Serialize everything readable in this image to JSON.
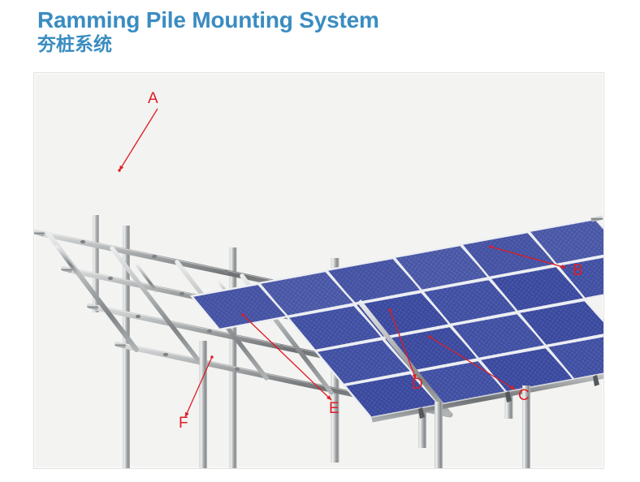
{
  "heading": {
    "title_en": "Ramming Pile Mounting System",
    "title_cn": "夯桩系统",
    "accent_color": "#3a8cc1"
  },
  "figure": {
    "alt": "3D rendering of a ground-mounted solar panel array on a ramming pile steel mounting structure",
    "background_color": "#f3f3f2",
    "border_color": "#e3e3e1",
    "panel_color": "#3c4a9c",
    "panel_color_light": "#4b5ab0",
    "frame_color": "#9a9a9a",
    "callout_color": "#e01c24"
  },
  "callouts": [
    {
      "id": "A",
      "label": "A",
      "name": "callout-label-a"
    },
    {
      "id": "B",
      "label": "B",
      "name": "callout-label-b"
    },
    {
      "id": "C",
      "label": "C",
      "name": "callout-label-c"
    },
    {
      "id": "D",
      "label": "D",
      "name": "callout-label-d"
    },
    {
      "id": "E",
      "label": "E",
      "name": "callout-label-e"
    },
    {
      "id": "F",
      "label": "F",
      "name": "callout-label-f"
    }
  ]
}
